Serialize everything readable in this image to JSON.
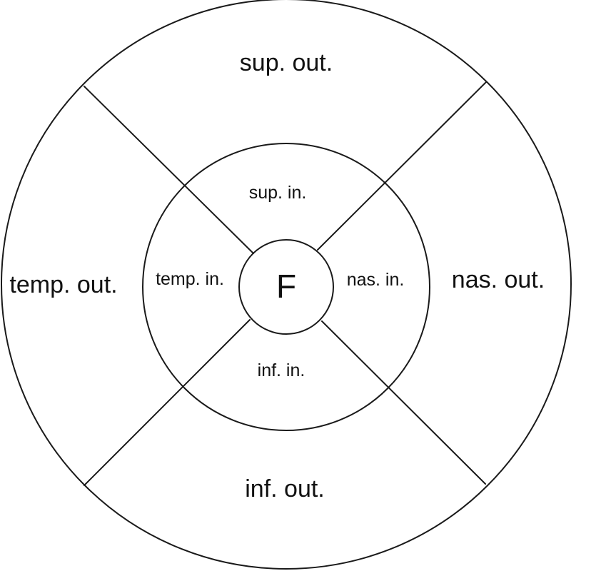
{
  "regions": {
    "center": "F",
    "superior_inner": "sup. in.",
    "temporal_inner": "temp. in.",
    "nasal_inner": "nas. in.",
    "inferior_inner": "inf. in.",
    "superior_outer": "sup. out.",
    "temporal_outer": "temp. out.",
    "nasal_outer": "nas. out.",
    "inferior_outer": "inf. out."
  }
}
